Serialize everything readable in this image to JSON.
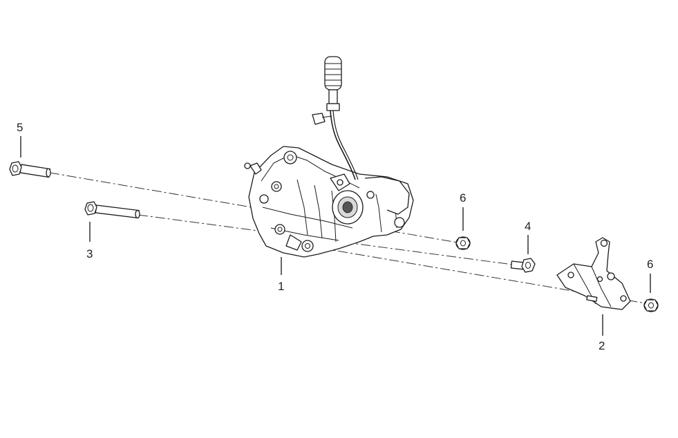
{
  "diagram": {
    "callouts": {
      "part_1": "1",
      "part_2": "2",
      "part_3": "3",
      "part_4": "4",
      "part_5": "5",
      "part_6_upper": "6",
      "part_6_lower": "6"
    }
  }
}
